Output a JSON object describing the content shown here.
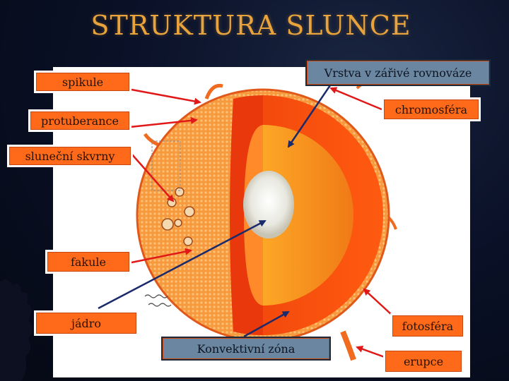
{
  "title": "STRUKTURA SLUNCE",
  "labels": {
    "spikule": "spikule",
    "protuberance": "protuberance",
    "slunecni_skvrny": "sluneční skvrny",
    "fakule": "fakule",
    "jadro": "jádro",
    "konvektivni_zona": "Konvektivní zóna",
    "vrstva_zarive": "Vrstva v zářivé rovnováze",
    "chromosfera": "chromosféra",
    "fotosfera": "fotosféra",
    "erupce": "erupce"
  },
  "colors": {
    "title": "#e8a33c",
    "label_fill": "#ff6a1a",
    "blue_label_fill": "#6a86a0",
    "red_arrow": "#e01818",
    "blue_arrow": "#1a2a6a"
  }
}
